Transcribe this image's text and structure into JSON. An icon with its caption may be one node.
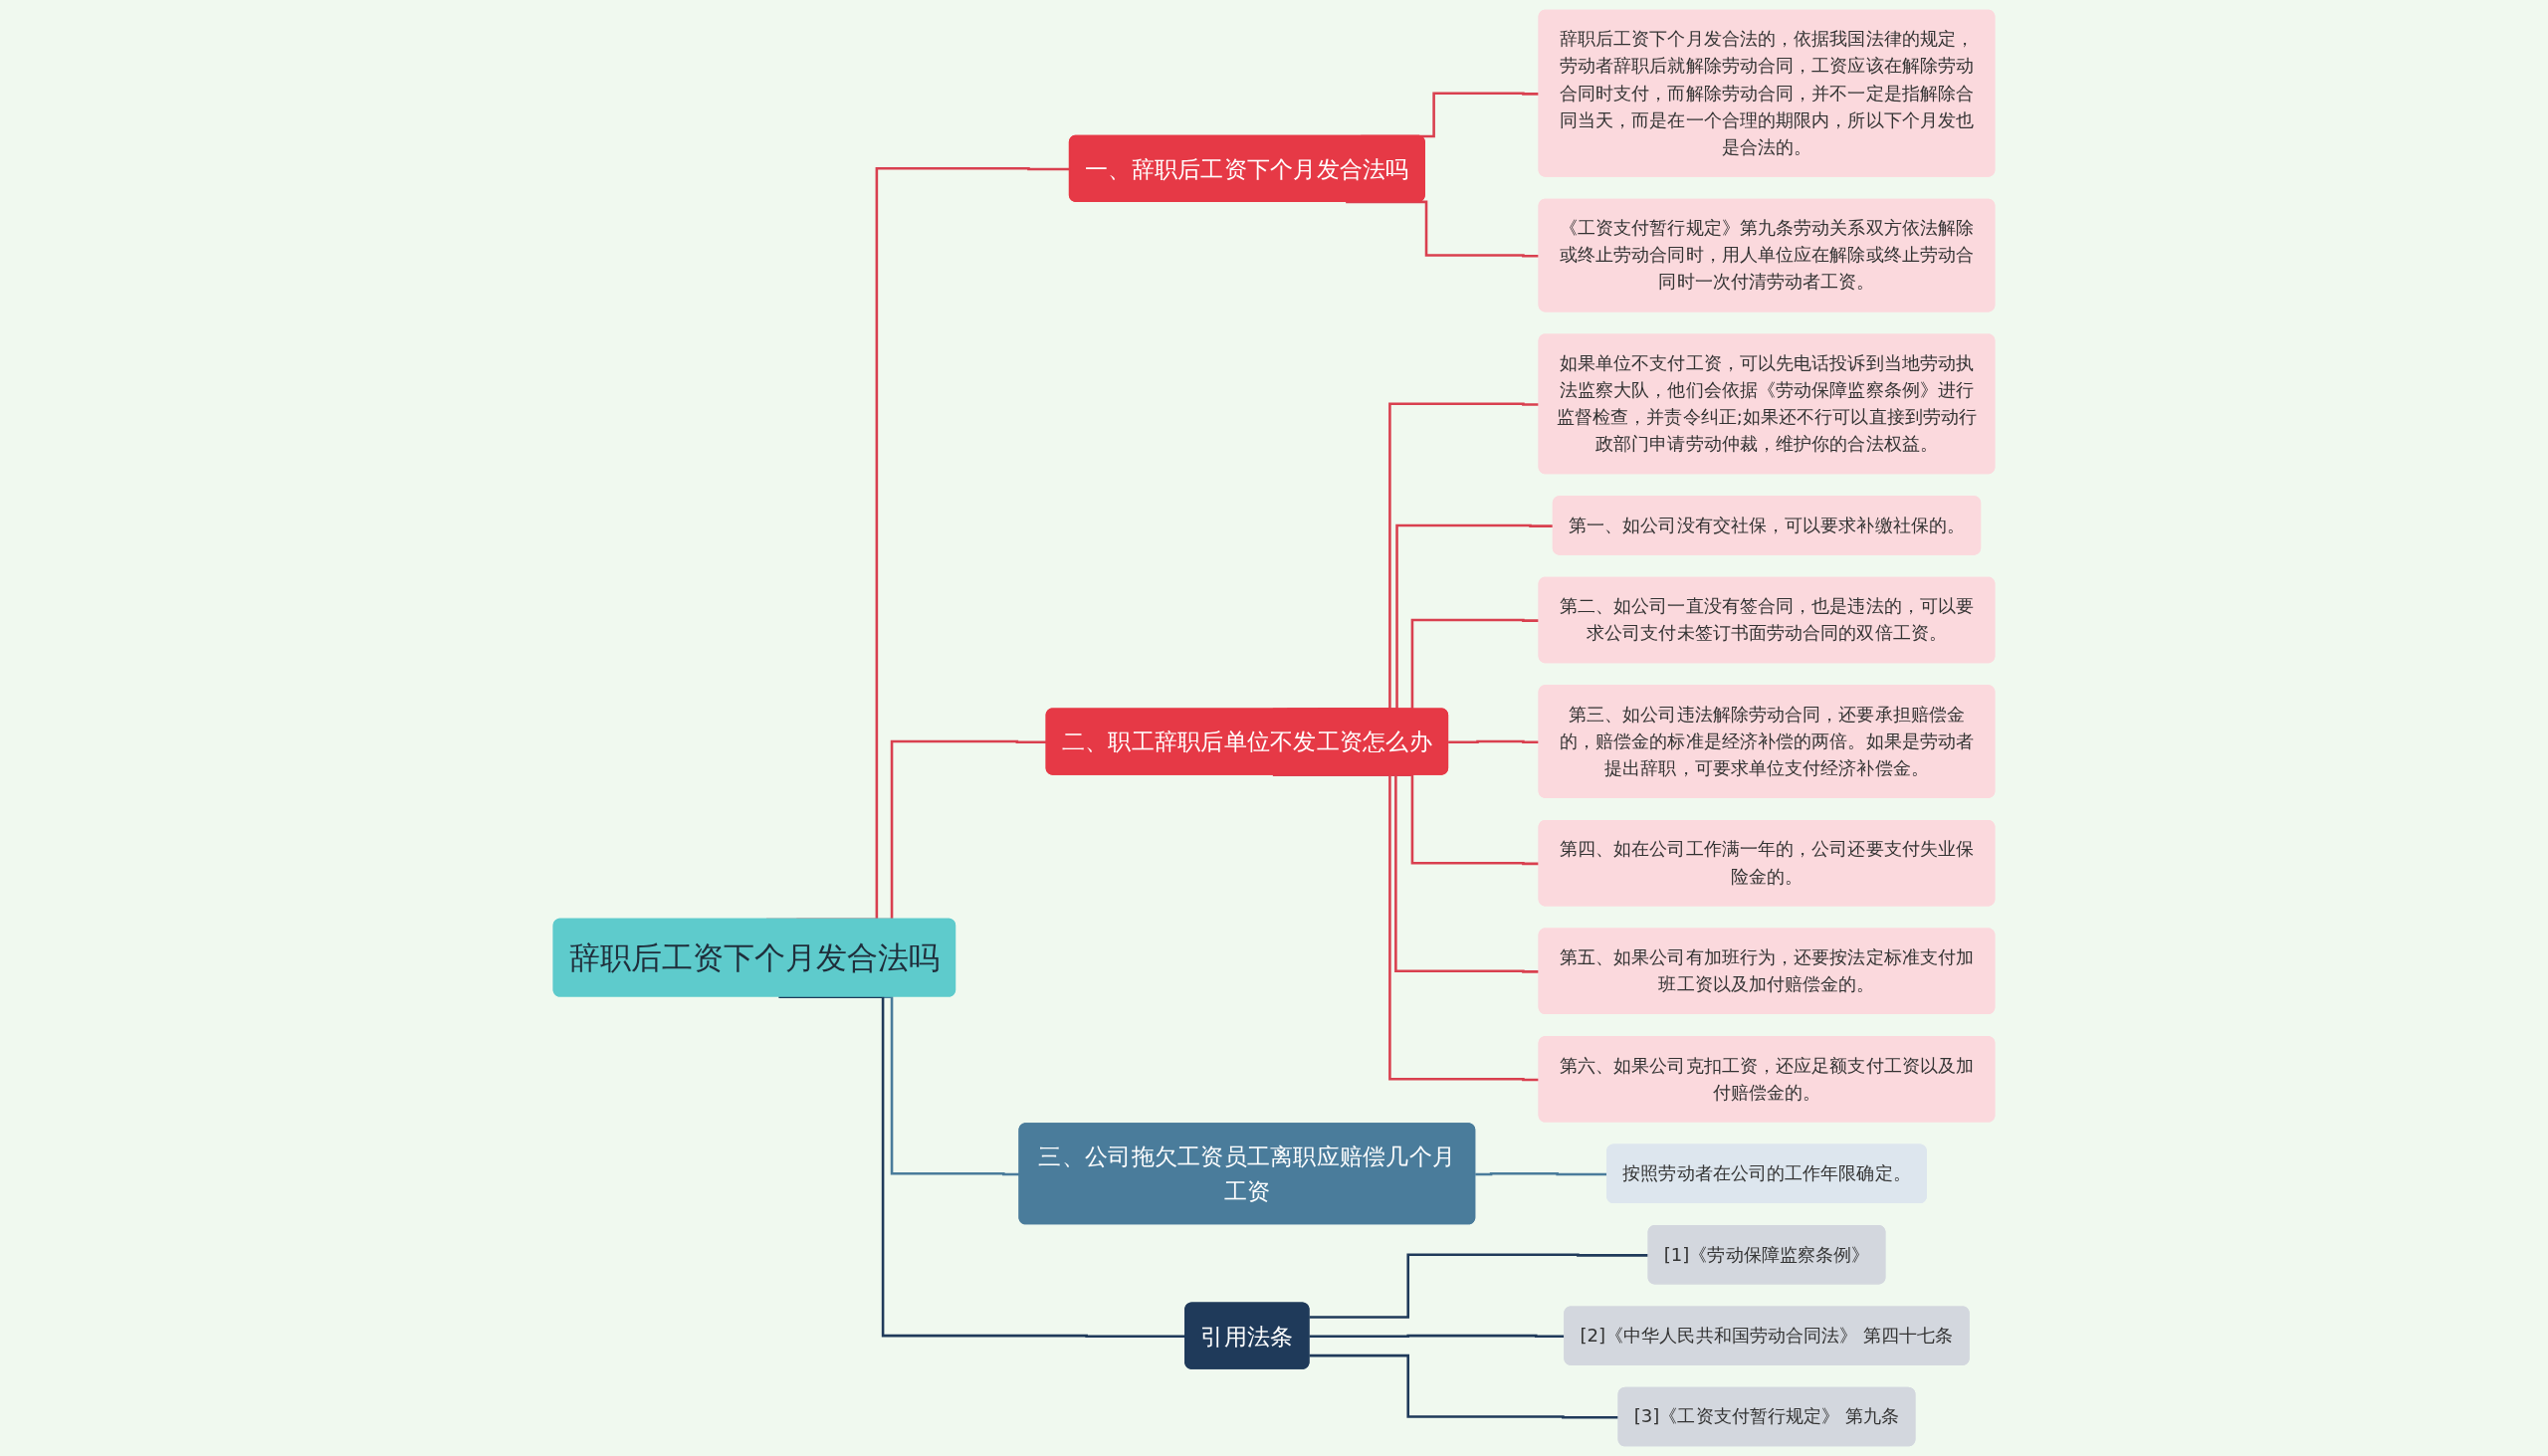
{
  "diagram": {
    "nodes": [
      {
        "text": [
          "辞职后工资下个月发合法吗"
        ]
      },
      {
        "text": [
          "一、辞职后工资下个月发合法吗"
        ]
      },
      {
        "text": [
          "辞职后工资下个月发合法的，依据我国法律的规定，劳动者辞职后就解除劳动合同，工资应该在解除劳动合同时支付，而解除劳动合同，并不一定是指解除合同当天，而是在一个合理的期限内，所以下个月发也是合法的。"
        ]
      },
      {
        "text": [
          "《工资支付暂行规定》第九条劳动关系双方依法解除或终止劳动合同时，用人单位应在解除或终止劳动合同时一次付清劳动者工资。"
        ]
      },
      {
        "text": [
          "二、职工辞职后单位不发工资怎么办"
        ]
      },
      {
        "text": [
          "如果单位不支付工资，可以先电话投诉到当地劳动执法监察大队，他们会依据《劳动保障监察条例》进行监督检查，并责令纠正;如果还不行可以直接到劳动行政部门申请劳动仲裁，维护你的合法权益。"
        ]
      },
      {
        "text": [
          "第一、如公司没有交社保，可以要求补缴社保的。"
        ]
      },
      {
        "text": [
          "第二、如公司一直没有签合同，也是违法的，可以要求公司支付未签订书面劳动合同的双倍工资。"
        ]
      },
      {
        "text": [
          "第三、如公司违法解除劳动合同，还要承担赔偿金的，赔偿金的标准是经济补偿的两倍。如果是劳动者提出辞职，可要求单位支付经济补偿金。"
        ]
      },
      {
        "text": [
          "第四、如在公司工作满一年的，公司还要支付失业保险金的。"
        ]
      },
      {
        "text": [
          "第五、如果公司有加班行为，还要按法定标准支付加班工资以及加付赔偿金的。"
        ]
      },
      {
        "text": [
          "第六、如果公司克扣工资，还应足额支付工资以及加付赔偿金的。"
        ]
      },
      {
        "text": [
          "三、公司拖欠工资员工离职应赔偿几个月工资"
        ]
      },
      {
        "text": [
          "按照劳动者在公司的工作年限确定。"
        ]
      },
      {
        "text": [
          "引用法条"
        ]
      },
      {
        "text": [
          "[1]《劳动保障监察条例》"
        ]
      },
      {
        "text": [
          "[2]《中华人民共和国劳动合同法》 第四十七条"
        ]
      },
      {
        "text": [
          "[3]《工资支付暂行规定》 第九条"
        ]
      }
    ],
    "edges": [
      {
        "from": 0,
        "to": 1,
        "arrow": "none"
      },
      {
        "from": 1,
        "to": 2,
        "arrow": "none"
      },
      {
        "from": 1,
        "to": 3,
        "arrow": "none"
      },
      {
        "from": 0,
        "to": 4,
        "arrow": "none"
      },
      {
        "from": 4,
        "to": 5,
        "arrow": "none"
      },
      {
        "from": 4,
        "to": 6,
        "arrow": "none"
      },
      {
        "from": 4,
        "to": 7,
        "arrow": "none"
      },
      {
        "from": 4,
        "to": 8,
        "arrow": "none"
      },
      {
        "from": 4,
        "to": 9,
        "arrow": "none"
      },
      {
        "from": 4,
        "to": 10,
        "arrow": "none"
      },
      {
        "from": 4,
        "to": 11,
        "arrow": "none"
      },
      {
        "from": 0,
        "to": 12,
        "arrow": "none",
        "color": "#4a7c9b"
      },
      {
        "from": 12,
        "to": 13,
        "arrow": "none",
        "color": "#4a7c9b"
      },
      {
        "from": 0,
        "to": 14,
        "arrow": "none",
        "color": "#1f3a5a"
      },
      {
        "from": 14,
        "to": 15,
        "arrow": "none",
        "color": "#1f3a5a"
      },
      {
        "from": 14,
        "to": 16,
        "arrow": "none",
        "color": "#1f3a5a"
      },
      {
        "from": 14,
        "to": 17,
        "arrow": "none",
        "color": "#1f3a5a"
      }
    ]
  }
}
